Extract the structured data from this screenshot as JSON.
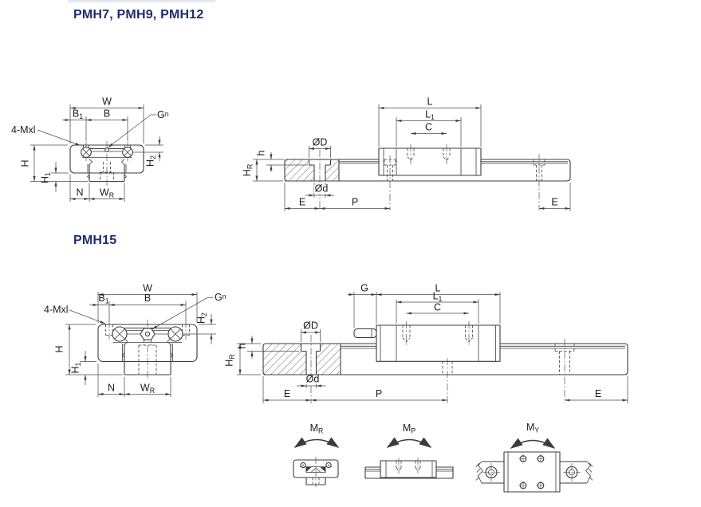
{
  "titles": {
    "group1": "PMH7, PMH9, PMH12",
    "group2": "PMH15"
  },
  "colors": {
    "title": "#1f2d6e",
    "line": "#3c3c3c"
  },
  "d1c": {
    "W": "W",
    "B1_m": "B",
    "B1_s": "1",
    "B": "B",
    "Gn_m": "G",
    "Gn_s": "n",
    "bolt_note": "4-Mxl",
    "H": "H",
    "H1_m": "H",
    "H1_s": "1",
    "H2_m": "H",
    "H2_s": "2",
    "N": "N",
    "WR_m": "W",
    "WR_s": "R"
  },
  "d1s": {
    "L": "L",
    "L1_m": "L",
    "L1_s": "1",
    "C": "C",
    "OD": "ØD",
    "h": "h",
    "HR_m": "H",
    "HR_s": "R",
    "od": "Ød",
    "E_left": "E",
    "P": "P",
    "E_right": "E"
  },
  "d2c": {
    "W": "W",
    "B1_m": "B",
    "B1_s": "1",
    "B": "B",
    "Gn_m": "G",
    "Gn_s": "n",
    "bolt_note": "4-Mxl",
    "H": "H",
    "H1_m": "H",
    "H1_s": "1",
    "H2_m": "H",
    "H2_s": "2",
    "N": "N",
    "WR_m": "W",
    "WR_s": "R"
  },
  "d2s": {
    "G": "G",
    "L": "L",
    "L1_m": "L",
    "L1_s": "1",
    "C": "C",
    "OD": "ØD",
    "h": "h",
    "HR_m": "H",
    "HR_s": "R",
    "od": "Ød",
    "E_left": "E",
    "P": "P",
    "E_right": "E"
  },
  "moments": {
    "MR_m": "M",
    "MR_s": "R",
    "MP_m": "M",
    "MP_s": "P",
    "MY_m": "M",
    "MY_s": "Y"
  }
}
